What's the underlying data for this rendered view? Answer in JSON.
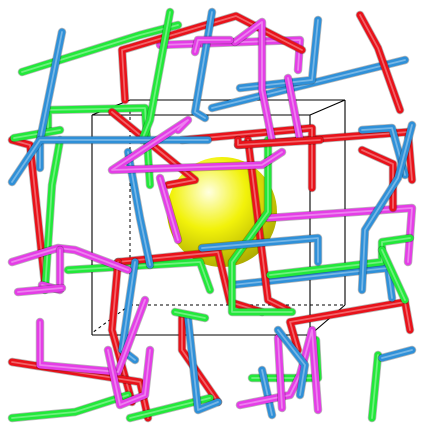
{
  "scene": {
    "background": "#ffffff",
    "unit_cell": {
      "outline_color": "#000000",
      "hidden_edge_style": "dashed"
    },
    "central_sphere": {
      "color": "#f2f20a",
      "highlight": "#ffffe0",
      "shade": "#a7a500"
    },
    "rod_nets": [
      {
        "id": "red",
        "color": "#e8121a"
      },
      {
        "id": "green",
        "color": "#22e83a"
      },
      {
        "id": "blue",
        "color": "#2f90d8"
      },
      {
        "id": "magenta",
        "color": "#e43ee6"
      }
    ]
  }
}
